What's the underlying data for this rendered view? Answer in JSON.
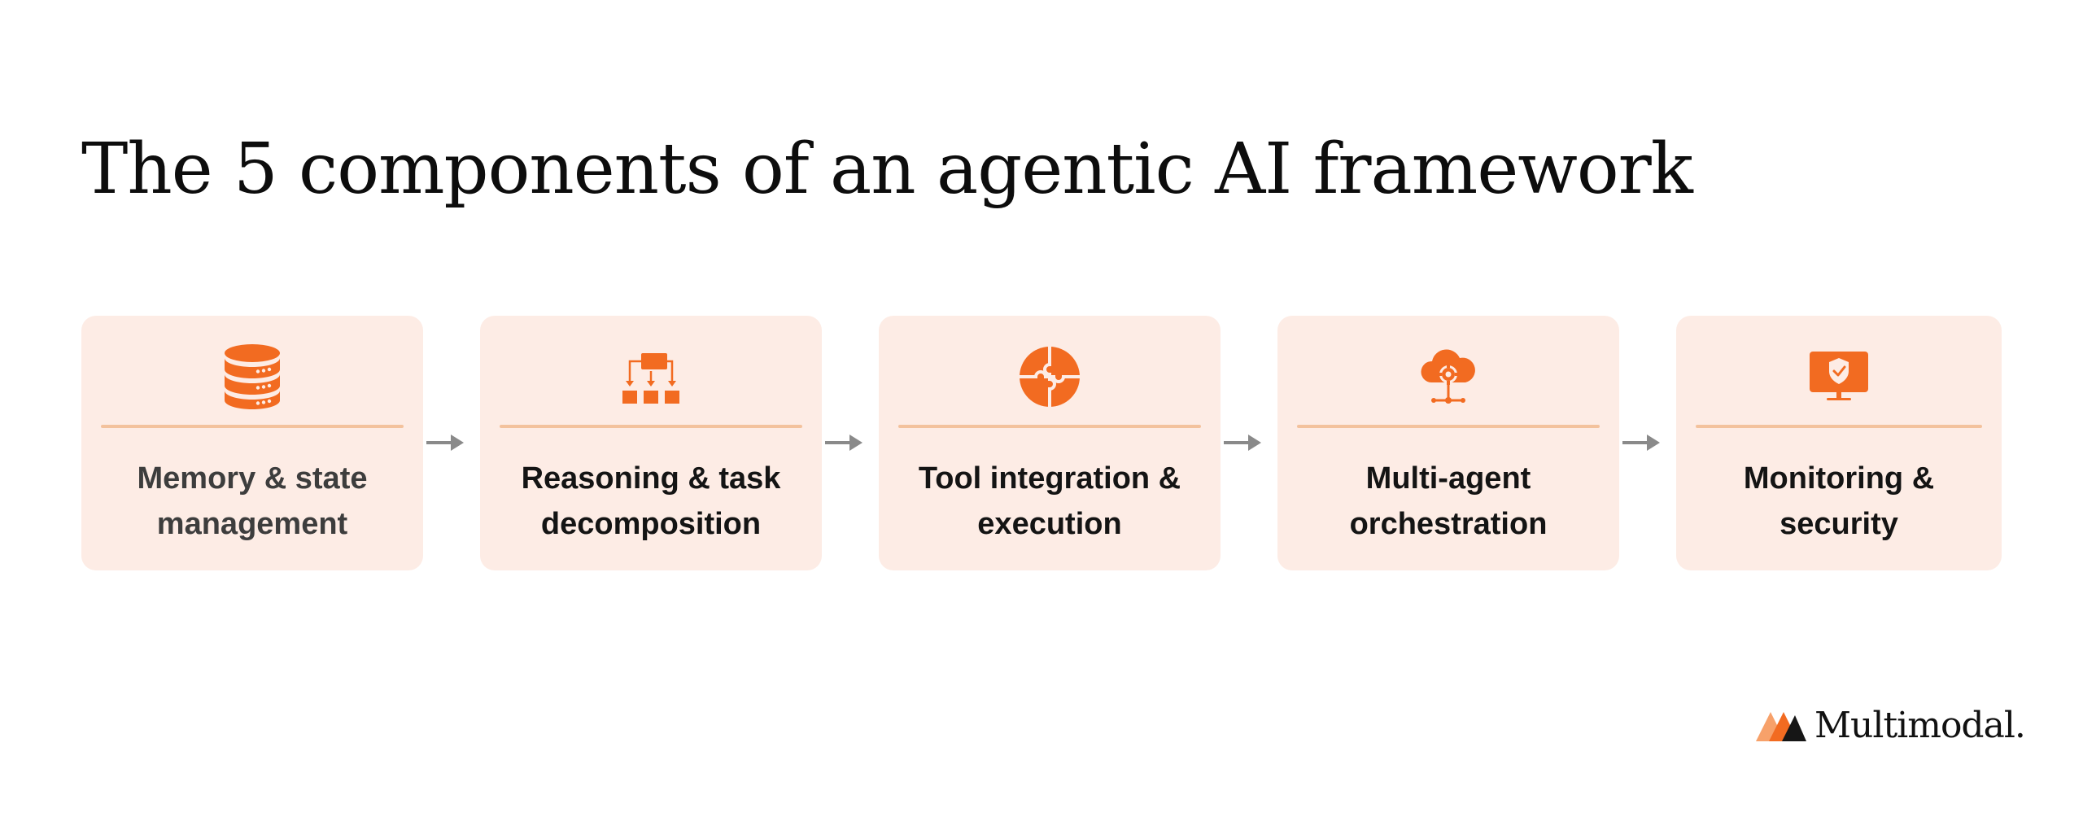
{
  "title": "The 5 components of an agentic AI framework",
  "colors": {
    "accent": "#f26b21",
    "card_background": "#fdece5",
    "divider": "#f3c29d",
    "arrow": "#8a8a8a"
  },
  "components": [
    {
      "line1": "Memory & state",
      "line2": "management",
      "icon": "database-icon"
    },
    {
      "line1": "Reasoning & task",
      "line2": "decomposition",
      "icon": "hierarchy-icon"
    },
    {
      "line1": "Tool integration &",
      "line2": "execution",
      "icon": "puzzle-icon"
    },
    {
      "line1": "Multi-agent",
      "line2": "orchestration",
      "icon": "cloud-gear-network-icon"
    },
    {
      "line1": "Monitoring &",
      "line2": "security",
      "icon": "monitor-shield-icon"
    }
  ],
  "brand": {
    "name": "Multimodal."
  }
}
